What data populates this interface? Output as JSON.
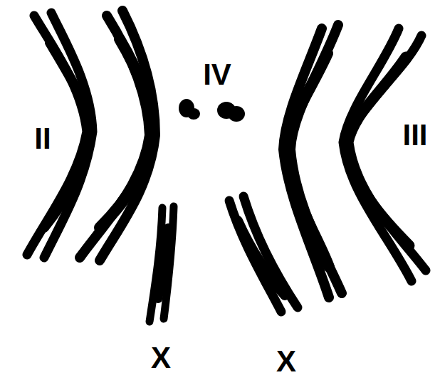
{
  "diagram": {
    "labels": [
      "II",
      "IV",
      "III",
      "X",
      "X"
    ]
  }
}
